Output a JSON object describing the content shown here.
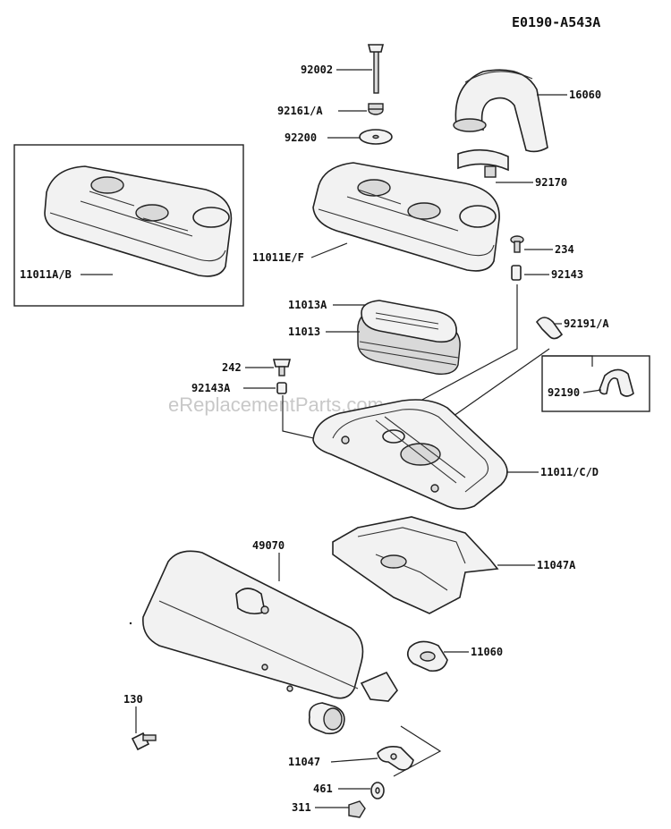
{
  "diagram_code": "E0190-A543A",
  "watermark": "eReplacementParts.com",
  "parts": [
    {
      "id": "p-92002",
      "label": "92002"
    },
    {
      "id": "p-92161a",
      "label": "92161/A"
    },
    {
      "id": "p-92200",
      "label": "92200"
    },
    {
      "id": "p-16060",
      "label": "16060"
    },
    {
      "id": "p-92170",
      "label": "92170"
    },
    {
      "id": "p-234",
      "label": "234"
    },
    {
      "id": "p-92143",
      "label": "92143"
    },
    {
      "id": "p-11011ef",
      "label": "11011E/F"
    },
    {
      "id": "p-11011ab",
      "label": "11011A/B"
    },
    {
      "id": "p-11013a",
      "label": "11013A"
    },
    {
      "id": "p-11013",
      "label": "11013"
    },
    {
      "id": "p-92191a",
      "label": "92191/A"
    },
    {
      "id": "p-92190",
      "label": "92190"
    },
    {
      "id": "p-242",
      "label": "242"
    },
    {
      "id": "p-92143a",
      "label": "92143A"
    },
    {
      "id": "p-11011cd",
      "label": "11011/C/D"
    },
    {
      "id": "p-11047a",
      "label": "11047A"
    },
    {
      "id": "p-49070",
      "label": "49070"
    },
    {
      "id": "p-11060",
      "label": "11060"
    },
    {
      "id": "p-130",
      "label": "130"
    },
    {
      "id": "p-11047",
      "label": "11047"
    },
    {
      "id": "p-461",
      "label": "461"
    },
    {
      "id": "p-311",
      "label": "311"
    }
  ]
}
